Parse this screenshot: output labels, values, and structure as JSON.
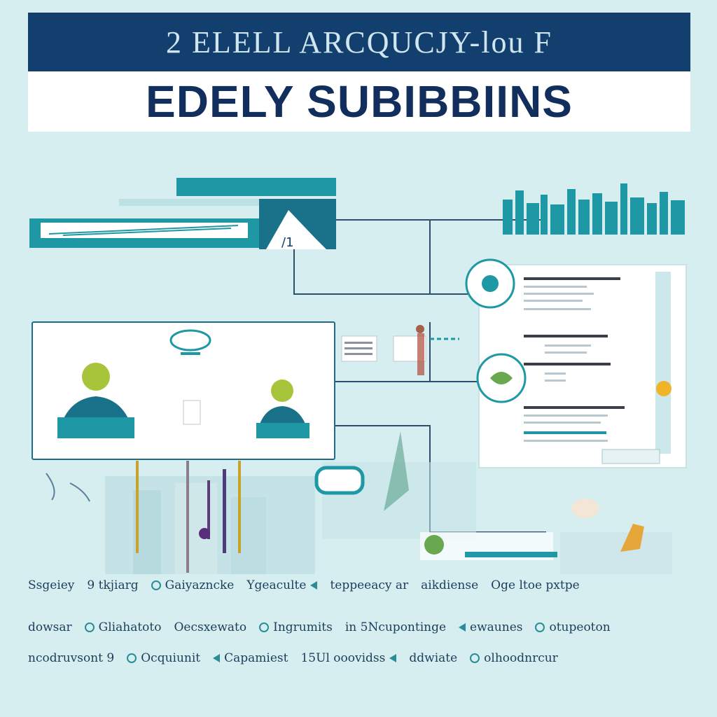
{
  "header": {
    "banner_text": "2 ELELL ARCQUCJY-lou F",
    "title": "EDELY SUBIBBIINS"
  },
  "colors": {
    "background": "#d7eef0",
    "banner": "#133f6f",
    "title_text": "#112e5c",
    "teal": "#1e98a4",
    "dark_teal": "#19728a",
    "lime": "#a8c43a",
    "line": "#2e4e6b"
  },
  "icons": [
    "person-icon",
    "keyboard-icon",
    "document-icon",
    "leaf-icon",
    "city-icon",
    "cloud-icon"
  ],
  "labels": {
    "row1": [
      "Ssgeiey",
      "9 tkjiarg",
      "Gaiyazncke",
      "Ygeaculte",
      "teppeeacy ar",
      "aikdiense",
      "Oge ltoe pxtpe"
    ],
    "row2": [
      "dowsar",
      "Gliahatoto",
      "Oecsxewato",
      "Ingrumits",
      "in 5Ncupontinge",
      "ewaunes",
      "otupeoton"
    ],
    "row3": [
      "ncodruvsont 9",
      "Ocquiunit",
      "Capamiest",
      "15Ul ooovidss",
      "ddwiate",
      "olhoodnrcur"
    ]
  }
}
